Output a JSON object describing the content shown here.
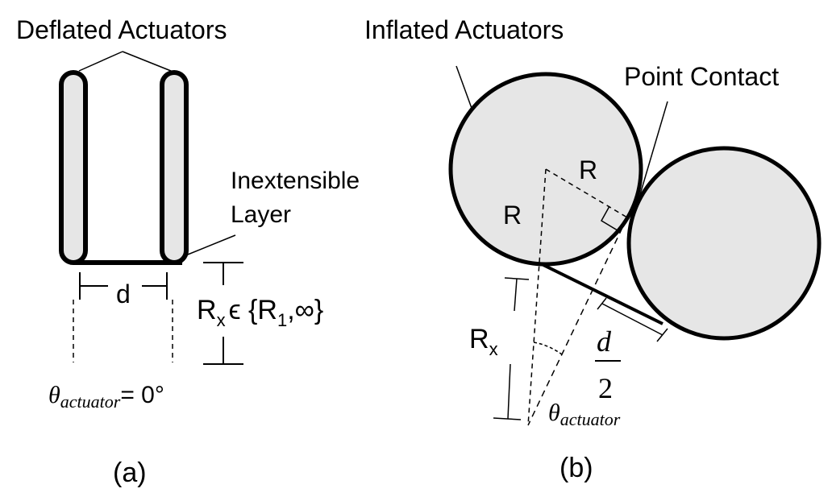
{
  "panel_a": {
    "title": "Deflated Actuators",
    "layer_label_line1": "Inextensible",
    "layer_label_line2": "Layer",
    "spacing_label": "d",
    "radius_main": "R",
    "radius_sub": "x",
    "radius_set": "ϵ {R",
    "radius_set_sub": "1",
    "radius_set_end": ",∞}",
    "angle_symbol": "θ",
    "angle_sub": "actuator",
    "angle_value": "= 0°",
    "caption": "(a)"
  },
  "panel_b": {
    "title": "Inflated Actuators",
    "contact_label": "Point Contact",
    "radius_label_1": "R",
    "radius_label_2": "R",
    "rx_main": "R",
    "rx_sub": "x",
    "half_d_num": "d",
    "half_d_den": "2",
    "angle_symbol": "θ",
    "angle_sub": "actuator",
    "caption": "(b)"
  },
  "colors": {
    "actuator_fill": "#e6e6e6",
    "stroke": "#000000",
    "background": "#ffffff"
  }
}
